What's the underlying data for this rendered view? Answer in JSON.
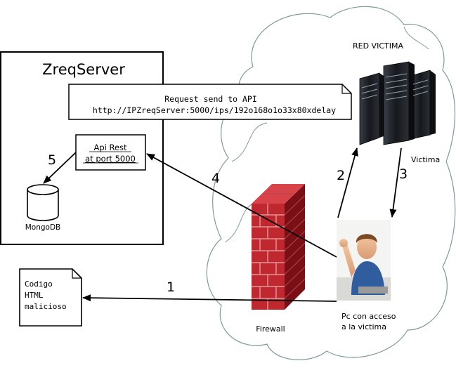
{
  "server": {
    "title": "ZreqServer",
    "api_line1": "Api Rest",
    "api_line2": "at port 5000",
    "db_label": "MongoDB"
  },
  "note": {
    "line1": "Request send to API",
    "line2": "http://IPZreqServer:5000/ips/192o168o1o33x80xdelay"
  },
  "network": {
    "title": "RED VICTIMA",
    "victim_label": "Victima",
    "pc_line1": "Pc con acceso",
    "pc_line2": "a la victima",
    "firewall_label": "Firewall"
  },
  "code_doc": {
    "line1": "Codigo",
    "line2": "HTML",
    "line3": "malicioso"
  },
  "steps": {
    "s1": "1",
    "s2": "2",
    "s3": "3",
    "s4": "4",
    "s5": "5"
  },
  "colors": {
    "cloud_stroke": "#7f9a9a",
    "brick_front": "#c0282f",
    "brick_side": "#7a1016",
    "brick_top": "#d8434a",
    "server_dark": "#1a1d22"
  }
}
